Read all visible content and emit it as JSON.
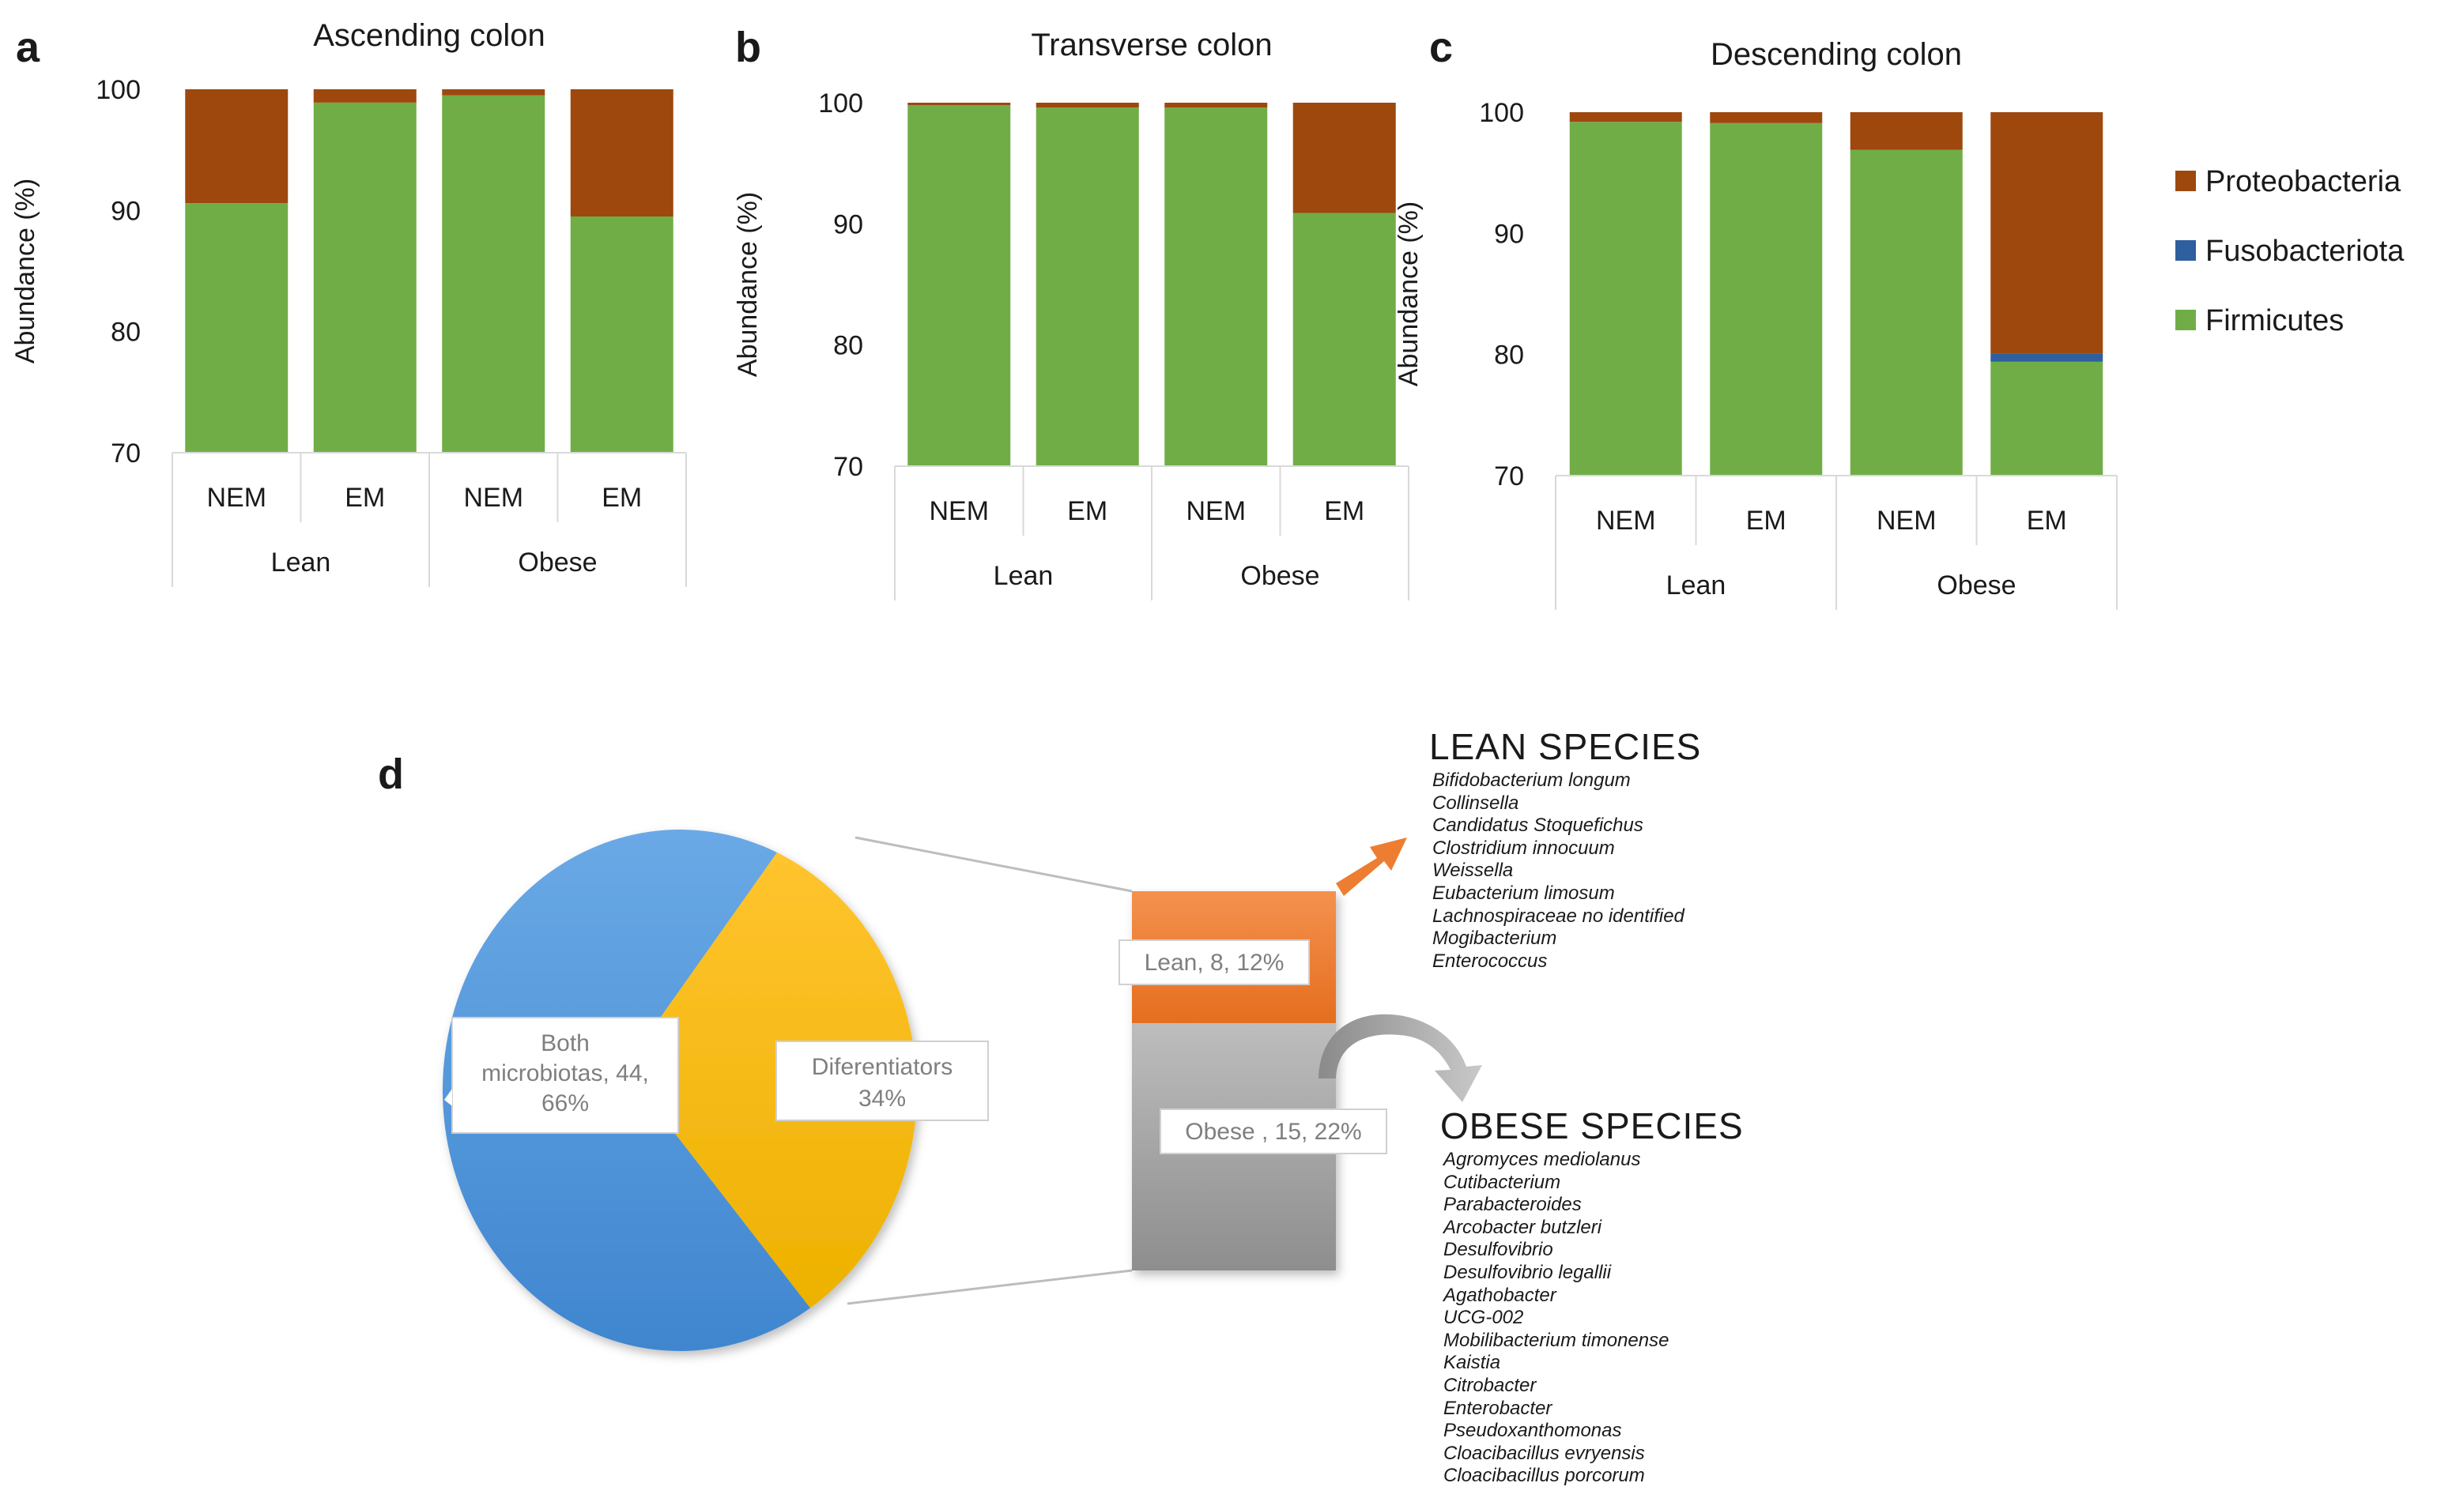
{
  "panel_letters": [
    "a",
    "b",
    "c",
    "d"
  ],
  "chart_data": [
    {
      "type": "bar",
      "stacked": true,
      "title": "Ascending colon",
      "ylabel": "Abundance (%)",
      "ylim": [
        70,
        100
      ],
      "yticks": [
        70,
        80,
        90,
        100
      ],
      "categories": [
        "NEM",
        "EM",
        "NEM",
        "EM"
      ],
      "groups": [
        {
          "label": "Lean",
          "span": 2
        },
        {
          "label": "Obese",
          "span": 2
        }
      ],
      "series": [
        {
          "name": "Firmicutes",
          "color": "#70AD47",
          "values": [
            90.6,
            98.9,
            99.5,
            89.5
          ]
        },
        {
          "name": "Fusobacteriota",
          "color": "#2E5F9E",
          "values": [
            0,
            0,
            0,
            0
          ]
        },
        {
          "name": "Proteobacteria",
          "color": "#9E480E",
          "values": [
            9.4,
            1.1,
            0.5,
            10.5
          ]
        }
      ]
    },
    {
      "type": "bar",
      "stacked": true,
      "title": "Transverse colon",
      "ylabel": "Abundance (%)",
      "ylim": [
        70,
        100
      ],
      "yticks": [
        70,
        80,
        90,
        100
      ],
      "categories": [
        "NEM",
        "EM",
        "NEM",
        "EM"
      ],
      "groups": [
        {
          "label": "Lean",
          "span": 2
        },
        {
          "label": "Obese",
          "span": 2
        }
      ],
      "series": [
        {
          "name": "Firmicutes",
          "color": "#70AD47",
          "values": [
            99.8,
            99.6,
            99.6,
            90.9
          ]
        },
        {
          "name": "Fusobacteriota",
          "color": "#2E5F9E",
          "values": [
            0,
            0,
            0,
            0
          ]
        },
        {
          "name": "Proteobacteria",
          "color": "#9E480E",
          "values": [
            0.2,
            0.4,
            0.4,
            9.1
          ]
        }
      ]
    },
    {
      "type": "bar",
      "stacked": true,
      "title": "Descending colon",
      "ylabel": "Abundance (%)",
      "ylim": [
        70,
        100
      ],
      "yticks": [
        70,
        80,
        90,
        100
      ],
      "categories": [
        "NEM",
        "EM",
        "NEM",
        "EM"
      ],
      "groups": [
        {
          "label": "Lean",
          "span": 2
        },
        {
          "label": "Obese",
          "span": 2
        }
      ],
      "series": [
        {
          "name": "Firmicutes",
          "color": "#70AD47",
          "values": [
            99.2,
            99.1,
            96.9,
            79.4
          ]
        },
        {
          "name": "Fusobacteriota",
          "color": "#2E5F9E",
          "values": [
            0,
            0,
            0,
            0.7
          ]
        },
        {
          "name": "Proteobacteria",
          "color": "#9E480E",
          "values": [
            0.8,
            0.9,
            3.1,
            19.9
          ]
        }
      ],
      "legend": {
        "placement": "right",
        "entries": [
          {
            "name": "Proteobacteria",
            "color": "#9E480E"
          },
          {
            "name": "Fusobacteriota",
            "color": "#2E5F9E"
          },
          {
            "name": "Firmicutes",
            "color": "#70AD47"
          }
        ]
      }
    },
    {
      "type": "pie",
      "slices": [
        {
          "label": "Both microbiotas, 44, 66%",
          "value": 66,
          "color": "#4A90D9"
        },
        {
          "label": "Diferentiators 34%",
          "value": 34,
          "color": "#FFC000"
        }
      ],
      "breakdown": {
        "type": "bar",
        "stacked": true,
        "segments": [
          {
            "label": "Lean, 8, 12%",
            "value": 8,
            "color": "#ED7D31"
          },
          {
            "label": "Obese , 15, 22%",
            "value": 15,
            "color": "#A5A5A5"
          }
        ]
      }
    }
  ],
  "lean_species": {
    "title": "LEAN SPECIES",
    "items": [
      "Bifidobacterium longum",
      "Collinsella",
      "Candidatus Stoquefichus",
      "Clostridium innocuum",
      "Weissella",
      "Eubacterium limosum",
      "Lachnospiraceae no identified",
      "Mogibacterium",
      "Enterococcus"
    ]
  },
  "obese_species": {
    "title": "OBESE SPECIES",
    "items": [
      "Agromyces mediolanus",
      "Cutibacterium",
      "Parabacteroides",
      "Arcobacter butzleri",
      "Desulfovibrio",
      "Desulfovibrio legallii",
      "Agathobacter",
      "UCG-002",
      "Mobilibacterium timonense",
      "Kaistia",
      "Citrobacter",
      "Enterobacter",
      "Pseudoxanthomonas",
      "Cloacibacillus evryensis",
      "Cloacibacillus porcorum"
    ]
  }
}
